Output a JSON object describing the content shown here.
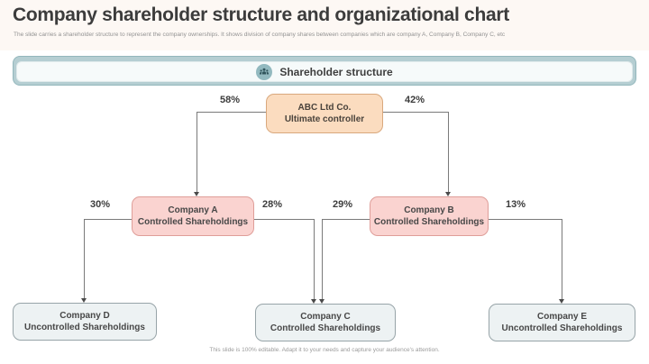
{
  "header": {
    "title": "Company shareholder structure and organizational chart",
    "subtitle": "The slide carries a shareholder structure to represent the company ownerships. It shows division of company shares between companies which are company A, Company B, Company C, etc"
  },
  "banner": {
    "label": "Shareholder structure",
    "icon": "people-group-icon"
  },
  "diagram": {
    "nodes": [
      {
        "id": "abc",
        "line1": "ABC Ltd Co.",
        "line2": "Ultimate controller",
        "style": "peach"
      },
      {
        "id": "companyA",
        "line1": "Company A",
        "line2": "Controlled Shareholdings",
        "style": "pink"
      },
      {
        "id": "companyB",
        "line1": "Company B",
        "line2": "Controlled Shareholdings",
        "style": "pink"
      },
      {
        "id": "companyD",
        "line1": "Company D",
        "line2": "Uncontrolled Shareholdings",
        "style": "gray"
      },
      {
        "id": "companyC",
        "line1": "Company C",
        "line2": "Controlled Shareholdings",
        "style": "gray"
      },
      {
        "id": "companyE",
        "line1": "Company E",
        "line2": "Uncontrolled Shareholdings",
        "style": "gray"
      }
    ],
    "edges": [
      {
        "from": "abc",
        "to": "companyA",
        "label": "58%"
      },
      {
        "from": "abc",
        "to": "companyB",
        "label": "42%"
      },
      {
        "from": "companyA",
        "to": "companyD",
        "label": "30%"
      },
      {
        "from": "companyA",
        "to": "companyC",
        "label": "28%"
      },
      {
        "from": "companyB",
        "to": "companyC",
        "label": "29%"
      },
      {
        "from": "companyB",
        "to": "companyE",
        "label": "13%"
      }
    ]
  },
  "footer": {
    "text": "This slide is 100% editable. Adapt it to your needs and capture your audience's attention."
  },
  "colors": {
    "peach_fill": "#fbdcbf",
    "peach_border": "#d9a87d",
    "pink_fill": "#fad3d0",
    "pink_border": "#df9e99",
    "gray_fill": "#edf2f3",
    "gray_border": "#97a4a8",
    "banner_teal": "#b5ced2",
    "icon_circle": "#92b9bf",
    "connector_line": "#7a7a7a",
    "text_dark": "#3c3c3c"
  }
}
